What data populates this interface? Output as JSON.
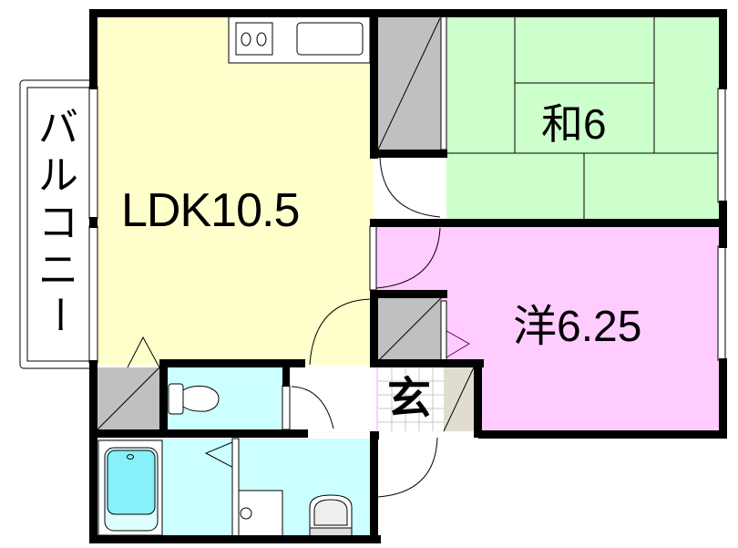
{
  "floorplan": {
    "colors": {
      "ldk": "#FFFFCC",
      "washitsu": "#CCFFCC",
      "yoshitsu": "#FFCCFF",
      "wet": "#CCFFFF",
      "bathtub": "#88F0F8",
      "closet": "#C0C0C0",
      "shoebox": "#E0DCD0",
      "wall": "#000000",
      "white": "#FFFFFF"
    },
    "rooms": {
      "ldk": {
        "label": "LDK10.5"
      },
      "washitsu": {
        "label": "和6"
      },
      "yoshitsu": {
        "label": "洋6.25"
      },
      "genkan": {
        "label": "玄"
      },
      "balcony": {
        "label": "バルコニー",
        "chars": [
          "バ",
          "ル",
          "コ",
          "ニ",
          "ー"
        ]
      }
    }
  }
}
